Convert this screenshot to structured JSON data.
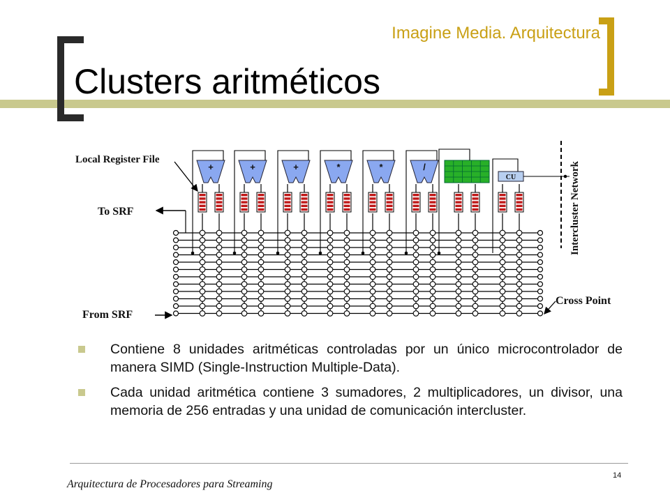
{
  "header": {
    "subtitle": "Imagine Media. Arquitectura",
    "title": "Clusters aritméticos"
  },
  "diagram": {
    "labels": {
      "local_register_file": "Local Register File",
      "to_srf": "To SRF",
      "from_srf": "From SRF",
      "cross_point": "Cross Point",
      "intercluster_network": "Intercluster Network",
      "cu": "CU"
    },
    "units": [
      {
        "symbol": "+"
      },
      {
        "symbol": "+"
      },
      {
        "symbol": "+"
      },
      {
        "symbol": "*"
      },
      {
        "symbol": "*"
      },
      {
        "symbol": "/"
      }
    ],
    "colors": {
      "alu": "#8AA8F0",
      "register": "#C01818",
      "memory": "#28B028",
      "bus": "#000000"
    }
  },
  "bullets": [
    {
      "text": "Contiene 8 unidades aritméticas controladas por un único microcontrolador de manera SIMD (Single-Instruction Multiple-Data)."
    },
    {
      "text": "Cada unidad aritmética  contiene 3 sumadores, 2 multiplicadores, un divisor, una memoria de 256 entradas y una unidad de comunicación intercluster."
    }
  ],
  "footer": {
    "text": "Arquitectura de Procesadores para Streaming",
    "page": "14"
  }
}
